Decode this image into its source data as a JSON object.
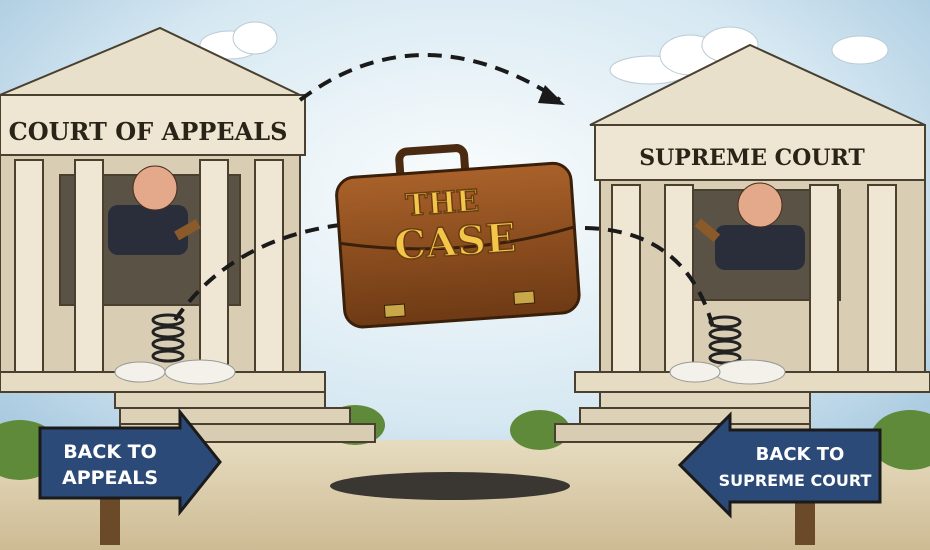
{
  "left_building": {
    "title_line": "COURT OF APPEALS"
  },
  "right_building": {
    "title_line": "SUPREME COURT"
  },
  "briefcase": {
    "line1": "THE",
    "line2": "CASE"
  },
  "left_sign": {
    "line1": "BACK TO",
    "line2": "APPEALS"
  },
  "right_sign": {
    "line1": "BACK TO",
    "line2": "SUPREME COURT"
  },
  "colors": {
    "sky": "#cfe3ef",
    "stone": "#e9e0cc",
    "sign": "#2c4a78",
    "leather": "#8b4d1e",
    "gold": "#f3c64a"
  }
}
